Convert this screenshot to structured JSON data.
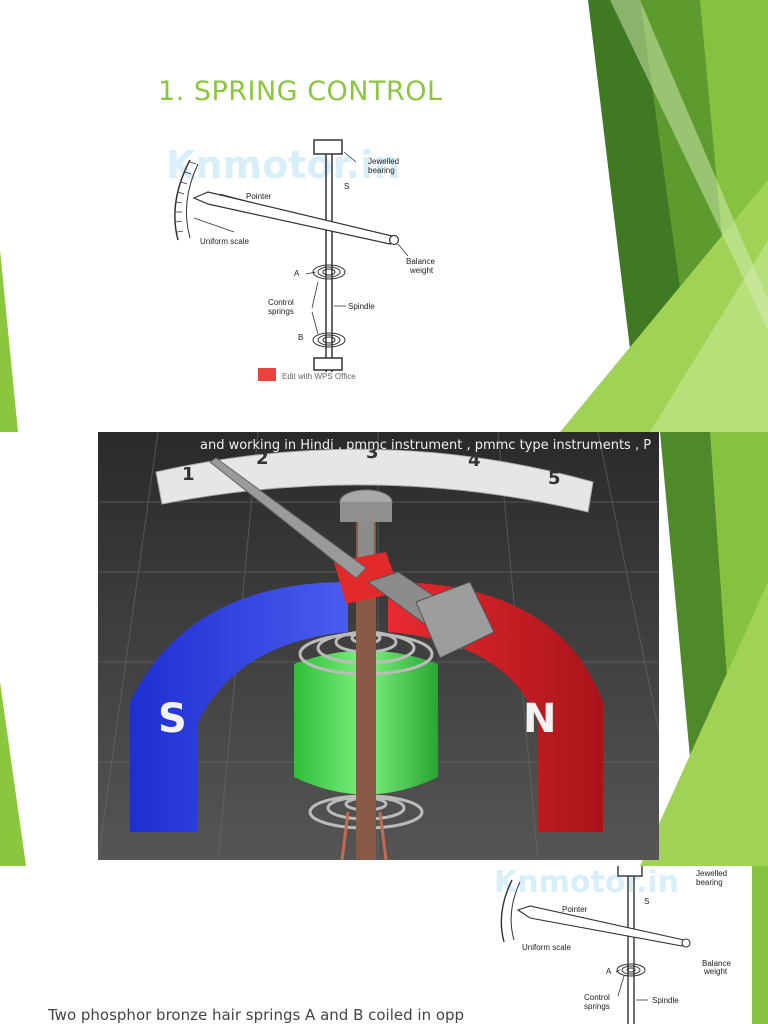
{
  "slide1": {
    "title": "1. SPRING CONTROL",
    "diagram_labels": {
      "jewelled_bearing_line1": "Jewelled",
      "jewelled_bearing_line2": "bearing",
      "s": "S",
      "pointer": "Pointer",
      "uniform_scale": "Uniform scale",
      "balance_weight_line1": "Balance",
      "balance_weight_line2": "weight",
      "a": "A",
      "control_springs_line1": "Control",
      "control_springs_line2": "springs",
      "spindle": "Spindle",
      "b": "B"
    },
    "watermark": "Knmotor.in",
    "stamp": "Edit with WPS Office"
  },
  "slide2": {
    "video_caption": "and working in Hindi , pmmc instrument , pmmc type instruments , P",
    "scale_numbers": [
      "1",
      "2",
      "3",
      "4",
      "5"
    ],
    "magnet_left_letter": "S",
    "magnet_right_letter": "N"
  },
  "slide3": {
    "body_text": "Two phosphor bronze hair springs A and B coiled in opp",
    "diagram_labels": {
      "jewelled_bearing_line1": "Jewelled",
      "jewelled_bearing_line2": "bearing",
      "s": "S",
      "pointer": "Pointer",
      "uniform_scale": "Uniform scale",
      "balance_weight_line1": "Balance",
      "balance_weight_line2": "weight",
      "a": "A",
      "control_springs_line1": "Control",
      "control_springs_line2": "springs",
      "spindle": "Spindle"
    },
    "watermark": "Knmotor.in"
  },
  "colors": {
    "title_green": "#8cc63f",
    "deco_dark_green": "#4e8a2a",
    "deco_light_green": "#9ccf55",
    "magnet_blue": "#2c3fe0",
    "magnet_red": "#d8202a",
    "core_green": "#3fcf45"
  }
}
